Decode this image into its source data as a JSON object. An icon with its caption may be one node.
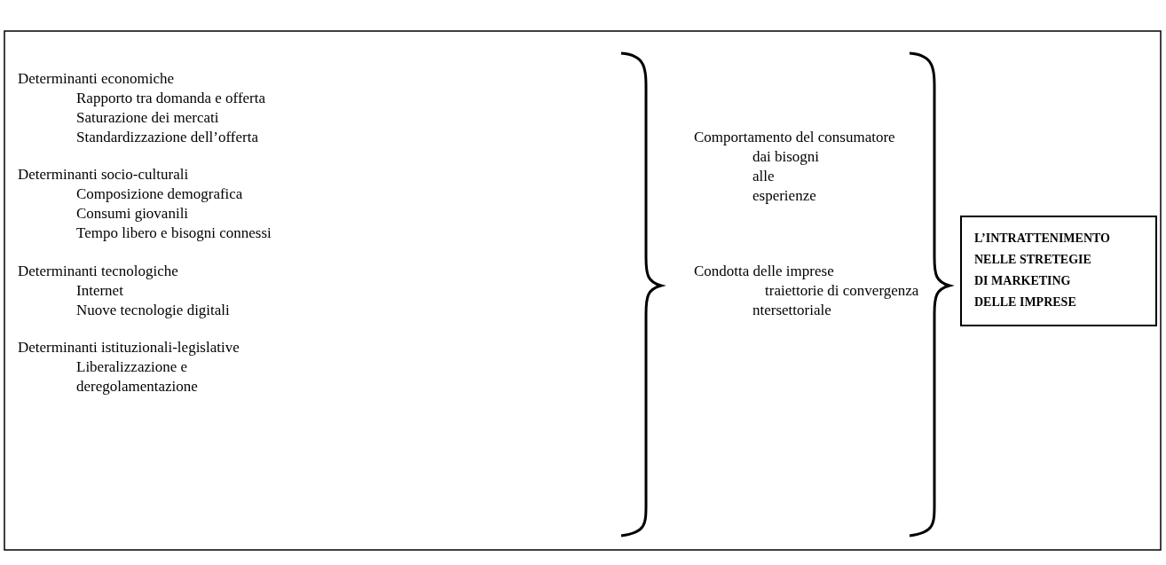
{
  "diagram": {
    "nodes": [
      {
        "text": [
          "L’INTRATTENIMENTO NELLE STRETEGIE DI MARKETING DELLE IMPRESE"
        ]
      }
    ],
    "labels": [
      "Determinanti economiche",
      "Rapporto tra domanda e offerta",
      "Saturazione dei mercati",
      "Standardizzazione dell’offerta",
      "Determinanti socio-culturali",
      "Composizione demografica",
      "Consumi giovanili",
      "Tempo libero e bisogni connessi",
      "Determinanti tecnologiche",
      "Internet",
      "Nuove tecnologie digitali",
      "Determinanti istituzionali-legislative",
      "Liberalizzazione e deregolamentazione",
      "Comportamento del consumatore",
      "dai bisogni alle esperienze",
      "Condotta delle imprese",
      "traiettorie di convergenza",
      "ntersettoriale"
    ]
  }
}
